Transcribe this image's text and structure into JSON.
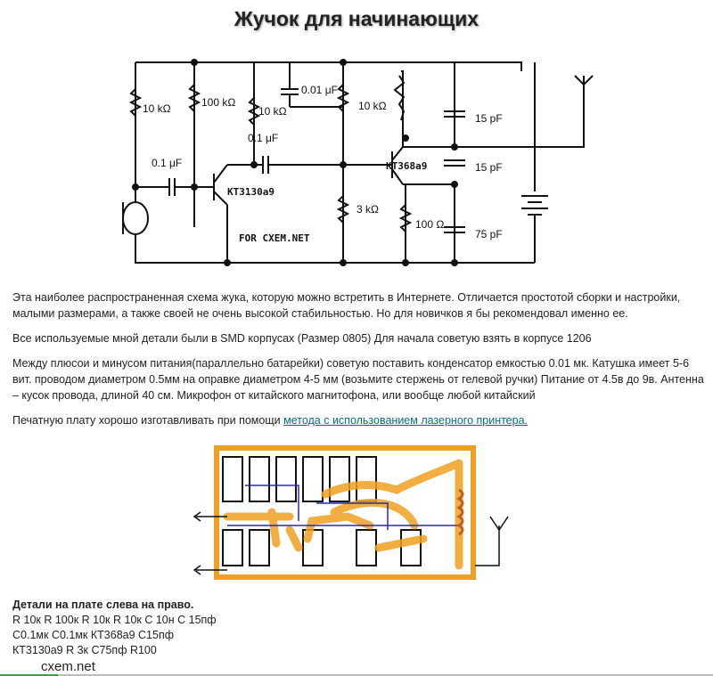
{
  "title": "Жучок для начинающих",
  "schematic": {
    "labels": {
      "r1": "10 kΩ",
      "r2": "100 kΩ",
      "r3": "10 kΩ",
      "c1": "0.01 μF",
      "r4": "10 kΩ",
      "c2": "0.1 μF",
      "c3": "0.1 μF",
      "q1": "KT3130a9",
      "q2": "KT368a9",
      "c4": "15 pF",
      "c5": "15 pF",
      "c6": "75 pF",
      "r5": "3 kΩ",
      "r6": "100 Ω",
      "credit": "FOR CXEM.NET"
    }
  },
  "paragraphs": [
    "Эта наиболее распространенная схема жука, которую можно встретить в Интернете. Отличается простотой сборки и настройки, малыми размерами, а также своей не очень высокой стабильностью. Но для новичков я бы рекомендовал именно ее.",
    "Все используемые мной детали были в SMD корпусах (Размер 0805) Для начала советую взять в корпусе 1206",
    "Между плюсои и минусом питания(параллельно батарейки) советую поставить конденсатор емкостью 0.01 мк. Катушка имеет 5-6 вит. проводом диаметром 0.5мм на оправке диаметром 4-5 мм (возьмите стержень от гелевой ручки) Питание от 4.5в до 9в. Антенна – кусок провода, длиной 40 см. Микрофон от китайского магнитофона, или вообще любой китайский"
  ],
  "pcb_intro": "Печатную плату хорошо изготавливать при помощи",
  "pcb_link": "метода с использованием лазерного принтера.",
  "parts": {
    "heading": "Детали на плате слева на право.",
    "lines": [
      "R 10к R 100к R 10к R 10к C 10н C 15пф",
      "C0.1мк C0.1мк КТ368а9 C15пф",
      "КТ3130а9 R 3к C75пф R100"
    ]
  },
  "site": "cxem.net"
}
